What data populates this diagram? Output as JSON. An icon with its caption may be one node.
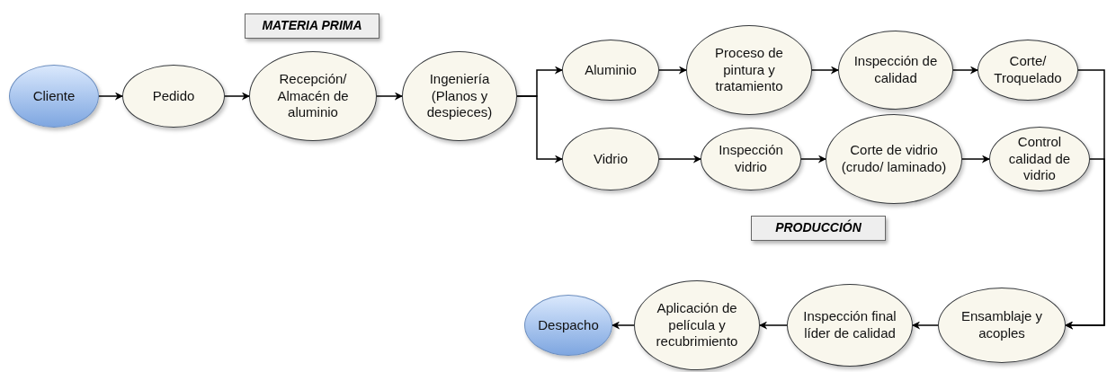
{
  "diagram": {
    "nodes": [
      {
        "text": [
          "Cliente"
        ]
      },
      {
        "text": [
          "Pedido"
        ]
      },
      {
        "text": [
          "Recepción/ Almacén de aluminio"
        ]
      },
      {
        "text": [
          "Ingeniería (Planos y despieces)"
        ]
      },
      {
        "text": [
          "Aluminio"
        ]
      },
      {
        "text": [
          "Proceso de pintura y tratamiento"
        ]
      },
      {
        "text": [
          "Inspección de calidad"
        ]
      },
      {
        "text": [
          "Corte/ Troquelado"
        ]
      },
      {
        "text": [
          "Vidrio"
        ]
      },
      {
        "text": [
          "Inspección vidrio"
        ]
      },
      {
        "text": [
          "Corte de vidrio (crudo/ laminado)"
        ]
      },
      {
        "text": [
          "Control calidad de vidrio"
        ]
      },
      {
        "text": [
          "Ensamblaje y acoples"
        ]
      },
      {
        "text": [
          "Inspección final líder de calidad"
        ]
      },
      {
        "text": [
          "Aplicación de película y recubrimiento"
        ]
      },
      {
        "text": [
          "Despacho"
        ]
      },
      {
        "text": [
          "MATERIA PRIMA"
        ]
      },
      {
        "text": [
          "PRODUCCIÓN"
        ]
      }
    ],
    "edges": [
      {
        "from": 0,
        "to": 1,
        "arrow": "to"
      },
      {
        "from": 1,
        "to": 2,
        "arrow": "to"
      },
      {
        "from": 2,
        "to": 3,
        "arrow": "to"
      },
      {
        "from": 3,
        "to": 4,
        "arrow": "to"
      },
      {
        "from": 3,
        "to": 8,
        "arrow": "to"
      },
      {
        "from": 4,
        "to": 5,
        "arrow": "to"
      },
      {
        "from": 5,
        "to": 6,
        "arrow": "to"
      },
      {
        "from": 6,
        "to": 7,
        "arrow": "to"
      },
      {
        "from": 8,
        "to": 9,
        "arrow": "to"
      },
      {
        "from": 9,
        "to": 10,
        "arrow": "to"
      },
      {
        "from": 10,
        "to": 11,
        "arrow": "to"
      },
      {
        "from": 7,
        "to": 12,
        "arrow": "to"
      },
      {
        "from": 11,
        "to": 12,
        "arrow": "to"
      },
      {
        "from": 12,
        "to": 13,
        "arrow": "to"
      },
      {
        "from": 13,
        "to": 14,
        "arrow": "to"
      },
      {
        "from": 14,
        "to": 15,
        "arrow": "to"
      }
    ]
  }
}
